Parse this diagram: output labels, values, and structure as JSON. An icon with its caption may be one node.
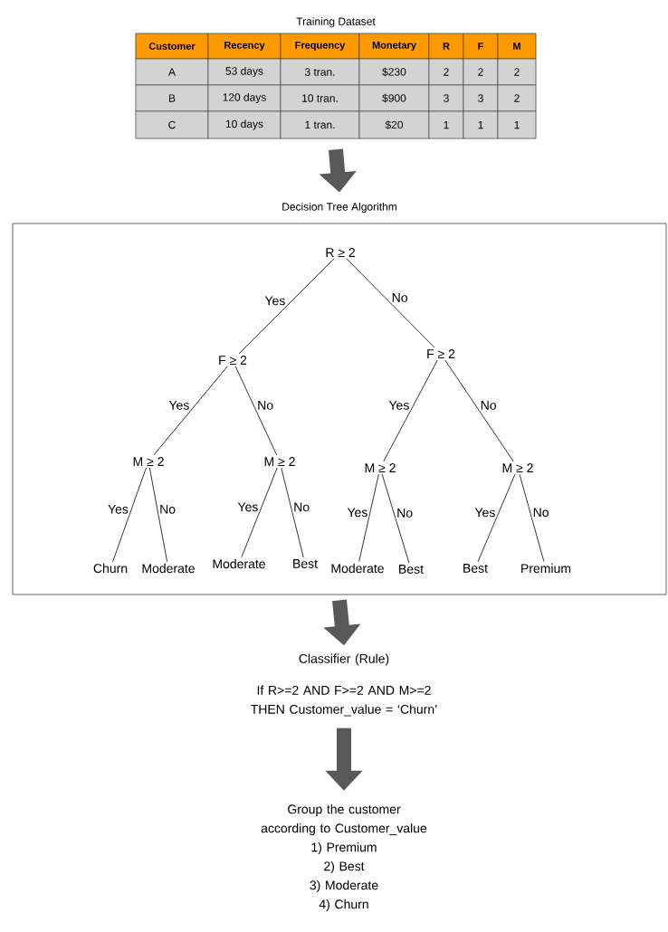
{
  "diagram": {
    "nodes": [
      {
        "text": [
          "Training Dataset"
        ]
      },
      {
        "text": [
          "Decision Tree Algorithm"
        ]
      },
      {
        "text": [
          "R ≥ 2"
        ],
        "in": 1
      },
      {
        "text": [
          "F ≥ 2"
        ],
        "in": 1
      },
      {
        "text": [
          "F ≥ 2"
        ],
        "in": 1
      },
      {
        "text": [
          "M ≥ 2"
        ],
        "in": 1
      },
      {
        "text": [
          "M ≥ 2"
        ],
        "in": 1
      },
      {
        "text": [
          "M ≥ 2"
        ],
        "in": 1
      },
      {
        "text": [
          "M ≥ 2"
        ],
        "in": 1
      },
      {
        "text": [
          "Churn"
        ],
        "in": 1
      },
      {
        "text": [
          "Moderate"
        ],
        "in": 1
      },
      {
        "text": [
          "Moderate"
        ],
        "in": 1
      },
      {
        "text": [
          "Best"
        ],
        "in": 1
      },
      {
        "text": [
          "Moderate"
        ],
        "in": 1
      },
      {
        "text": [
          "Best"
        ],
        "in": 1
      },
      {
        "text": [
          "Best"
        ],
        "in": 1
      },
      {
        "text": [
          "Premium"
        ],
        "in": 1
      },
      {
        "text": [
          "Classifier (Rule)",
          "If R>=2 AND F>=2 AND M>=2 THEN Customer_value = ‘Churn’"
        ]
      },
      {
        "text": [
          "Group the customer according to Customer_value",
          "1) Premium",
          "2) Best",
          "3) Moderate",
          "4) Churn"
        ]
      }
    ],
    "edges": [
      {
        "from": 0,
        "to": 1,
        "arrow": "to",
        "style": "thick",
        "color": "#595959"
      },
      {
        "from": 2,
        "to": 3,
        "arrow": "none",
        "label": "Yes"
      },
      {
        "from": 2,
        "to": 4,
        "arrow": "none",
        "label": "No"
      },
      {
        "from": 3,
        "to": 5,
        "arrow": "none",
        "label": "Yes"
      },
      {
        "from": 3,
        "to": 6,
        "arrow": "none",
        "label": "No"
      },
      {
        "from": 4,
        "to": 7,
        "arrow": "none",
        "label": "Yes"
      },
      {
        "from": 4,
        "to": 8,
        "arrow": "none",
        "label": "No"
      },
      {
        "from": 5,
        "to": 9,
        "arrow": "none",
        "label": "Yes"
      },
      {
        "from": 5,
        "to": 10,
        "arrow": "none",
        "label": "No"
      },
      {
        "from": 6,
        "to": 11,
        "arrow": "none",
        "label": "Yes"
      },
      {
        "from": 6,
        "to": 12,
        "arrow": "none",
        "label": "No"
      },
      {
        "from": 7,
        "to": 13,
        "arrow": "none",
        "label": "Yes"
      },
      {
        "from": 7,
        "to": 14,
        "arrow": "none",
        "label": "No"
      },
      {
        "from": 8,
        "to": 15,
        "arrow": "none",
        "label": "Yes"
      },
      {
        "from": 8,
        "to": 16,
        "arrow": "none",
        "label": "No"
      },
      {
        "from": 1,
        "to": 17,
        "arrow": "to",
        "style": "thick",
        "color": "#595959"
      },
      {
        "from": 17,
        "to": 18,
        "arrow": "to",
        "style": "thick",
        "color": "#595959"
      }
    ],
    "labels": [
      "Customer",
      "Recency",
      "Frequency",
      "Monetary",
      "R",
      "F",
      "M",
      "A",
      "53 days",
      "3 tran.",
      "$230",
      "2",
      "2",
      "2",
      "B",
      "120 days",
      "10 tran.",
      "$900",
      "3",
      "3",
      "2",
      "C",
      "10 days",
      "1 tran.",
      "$20",
      "1",
      "1",
      "1"
    ]
  }
}
